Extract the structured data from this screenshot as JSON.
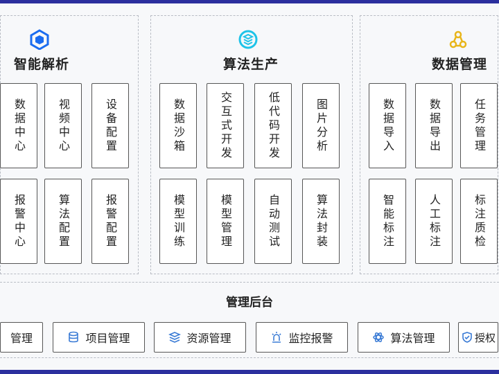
{
  "sections": [
    {
      "title": "智能解析",
      "icon": "cube-hexagon-icon",
      "color": "#1a6cf0",
      "cards": [
        "数据中心",
        "视频中心",
        "设备配置",
        "报警中心",
        "算法配置",
        "报警配置"
      ]
    },
    {
      "title": "算法生产",
      "icon": "layers-circle-icon",
      "color": "#1ec3e8",
      "cards": [
        "数据沙箱",
        "交互式开发",
        "低代码开发",
        "图片分析",
        "模型训练",
        "模型管理",
        "自动测试",
        "算法封装"
      ]
    },
    {
      "title": "数据管理",
      "icon": "nodes-icon",
      "color": "#e8b51a",
      "cards": [
        "数据导入",
        "数据导出",
        "任务管理",
        "智能标注",
        "人工标注",
        "标注质检"
      ]
    }
  ],
  "admin": {
    "title": "管理后台",
    "buttons": [
      {
        "label": "管理",
        "icon": ""
      },
      {
        "label": "项目管理",
        "icon": "database-icon"
      },
      {
        "label": "资源管理",
        "icon": "layers-icon"
      },
      {
        "label": "监控报警",
        "icon": "alarm-light-icon"
      },
      {
        "label": "算法管理",
        "icon": "atom-icon"
      },
      {
        "label": "授权",
        "icon": "shield-check-icon"
      }
    ]
  },
  "colors": {
    "accent": "#2b2f9e",
    "icon_blue": "#3a7bd5"
  }
}
